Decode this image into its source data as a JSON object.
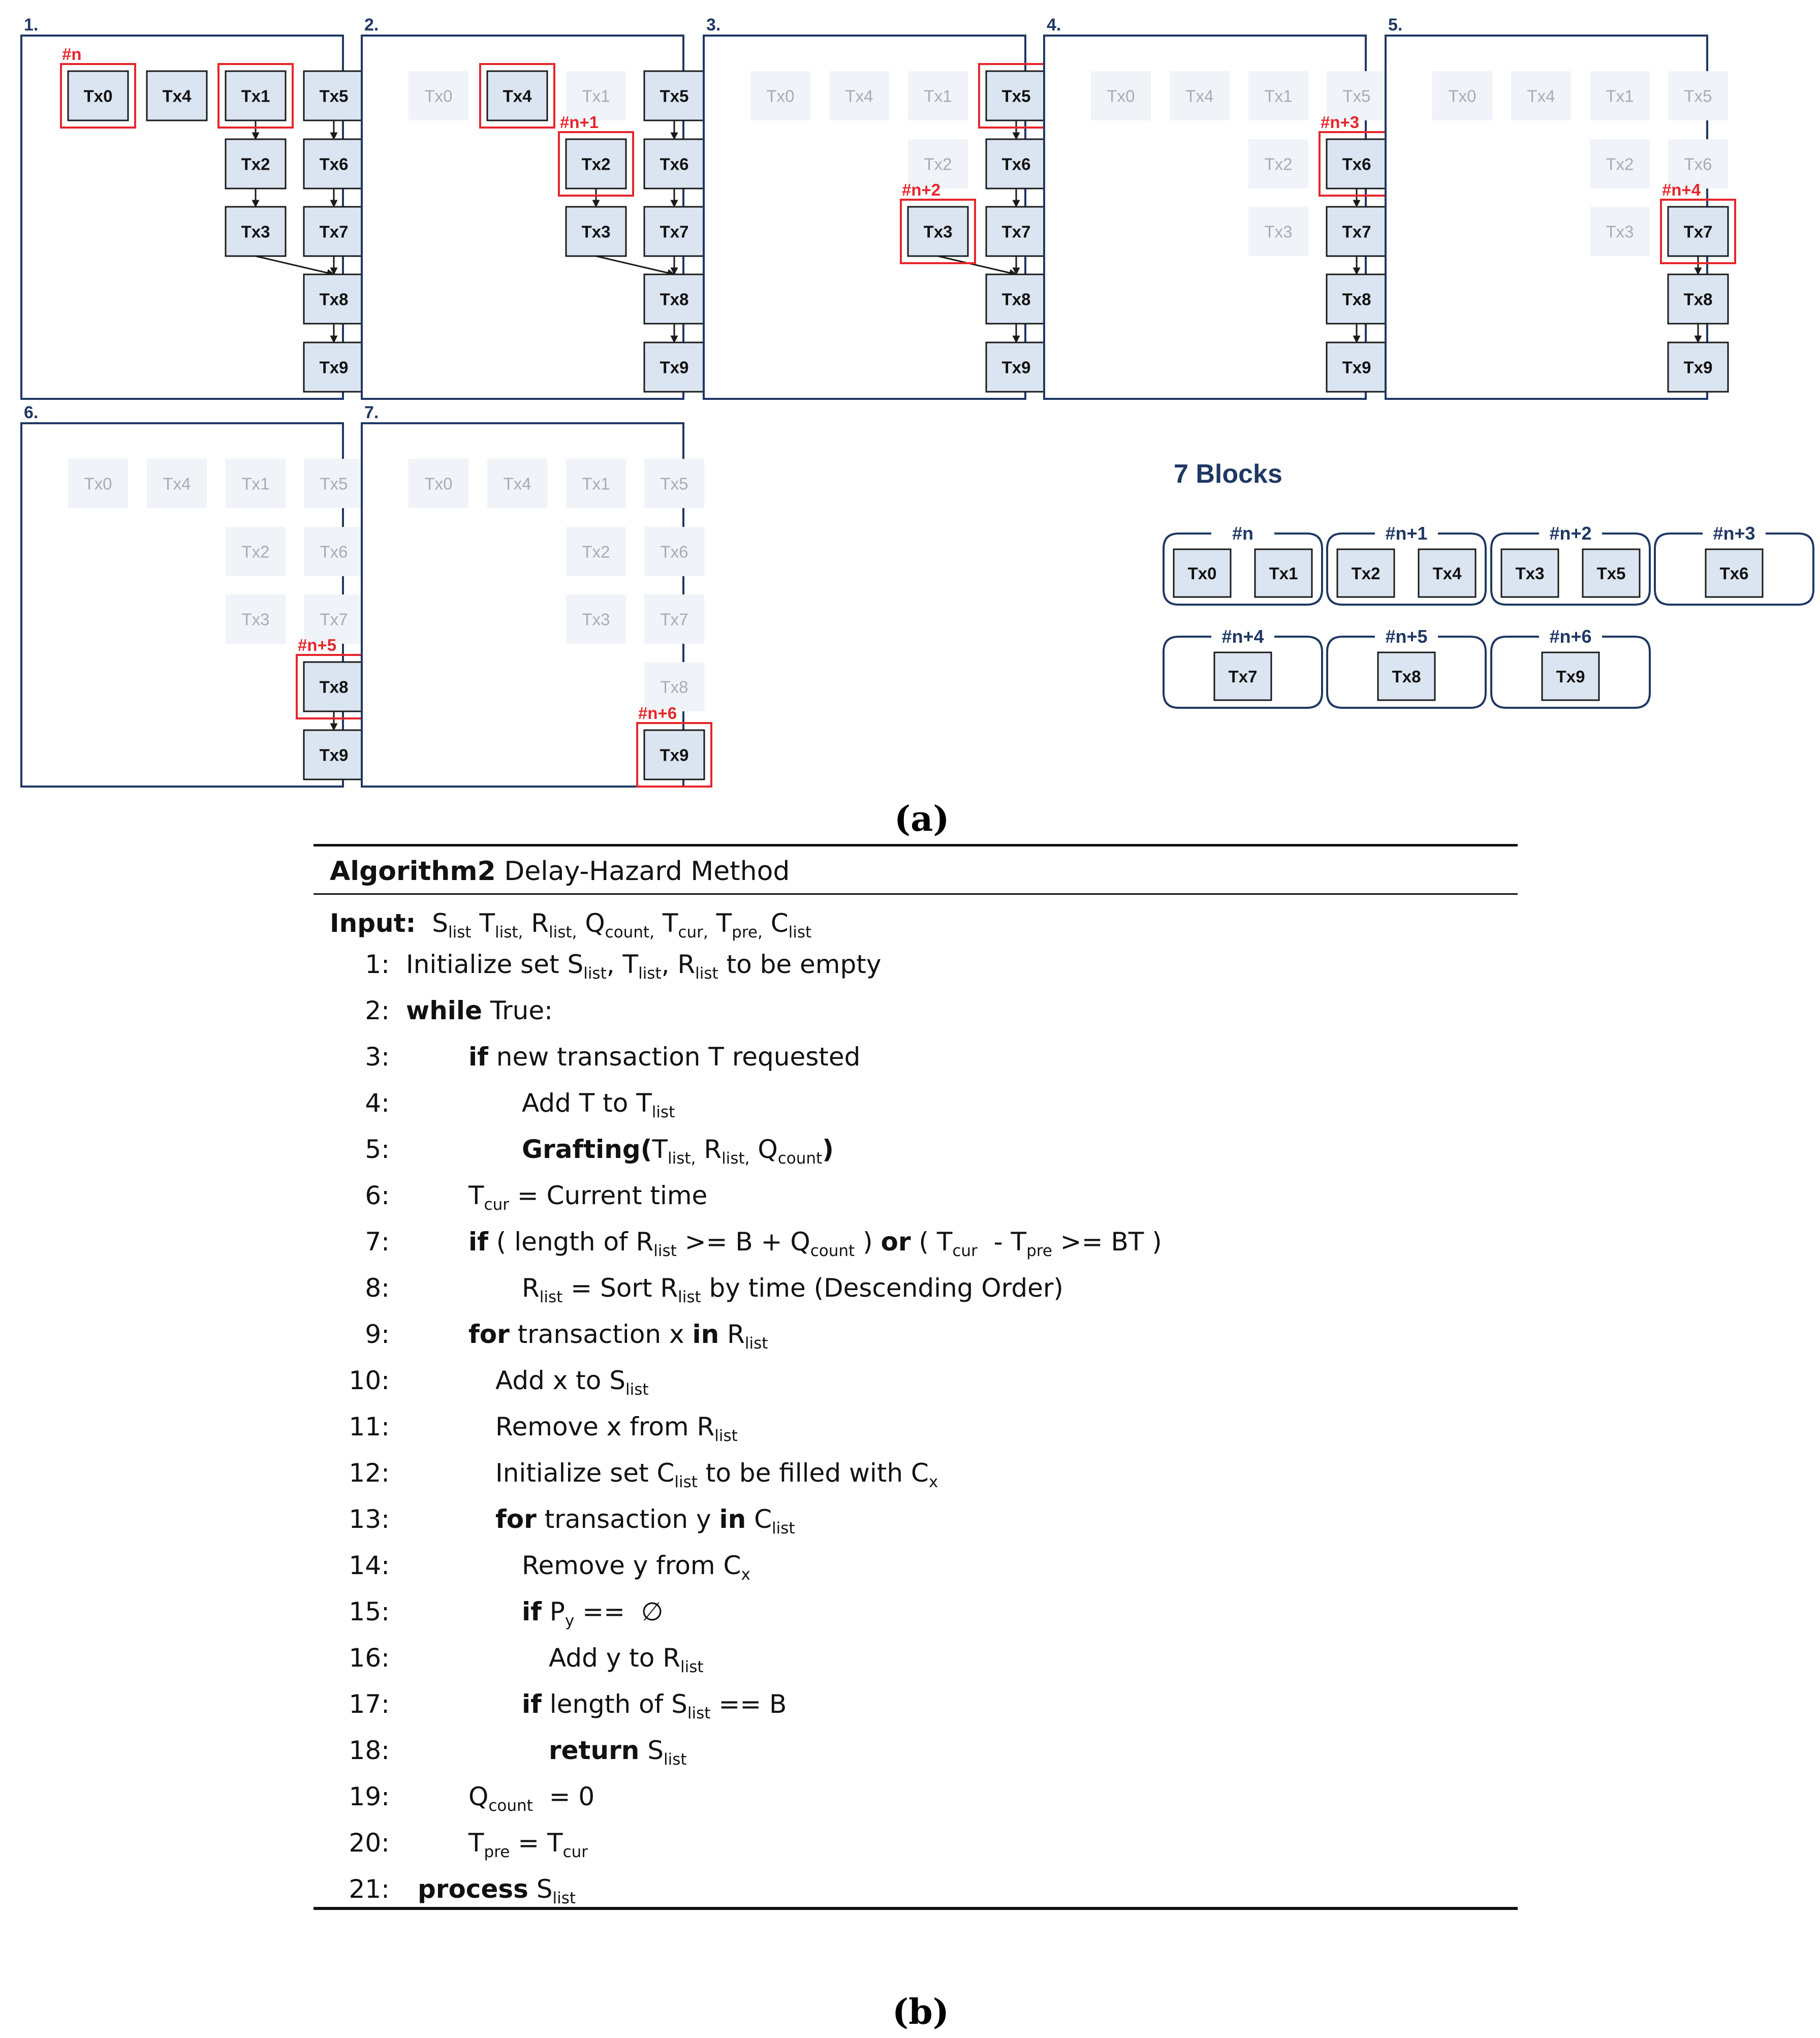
{
  "figure_a": {
    "caption": "(a)",
    "panels": [
      {
        "label": "1.",
        "selected": [
          "Tx0",
          "Tx1"
        ],
        "faded": [],
        "badges": [
          {
            "text": "#n",
            "on": "Tx0"
          }
        ]
      },
      {
        "label": "2.",
        "selected": [
          "Tx4",
          "Tx2"
        ],
        "faded": [
          "Tx0",
          "Tx1"
        ],
        "badges": [
          {
            "text": "#n+1",
            "on": "Tx2"
          }
        ]
      },
      {
        "label": "3.",
        "selected": [
          "Tx5",
          "Tx3"
        ],
        "faded": [
          "Tx0",
          "Tx4",
          "Tx1",
          "Tx2"
        ],
        "badges": [
          {
            "text": "#n+2",
            "on": "Tx3"
          }
        ]
      },
      {
        "label": "4.",
        "selected": [
          "Tx6"
        ],
        "faded": [
          "Tx0",
          "Tx4",
          "Tx1",
          "Tx2",
          "Tx3",
          "Tx5"
        ],
        "badges": [
          {
            "text": "#n+3",
            "on": "Tx6"
          }
        ]
      },
      {
        "label": "5.",
        "selected": [
          "Tx7"
        ],
        "faded": [
          "Tx0",
          "Tx4",
          "Tx1",
          "Tx2",
          "Tx3",
          "Tx5",
          "Tx6"
        ],
        "badges": [
          {
            "text": "#n+4",
            "on": "Tx7"
          }
        ]
      },
      {
        "label": "6.",
        "selected": [
          "Tx8"
        ],
        "faded": [
          "Tx0",
          "Tx4",
          "Tx1",
          "Tx2",
          "Tx3",
          "Tx5",
          "Tx6",
          "Tx7"
        ],
        "badges": [
          {
            "text": "#n+5",
            "on": "Tx8"
          }
        ]
      },
      {
        "label": "7.",
        "selected": [
          "Tx9"
        ],
        "faded": [
          "Tx0",
          "Tx4",
          "Tx1",
          "Tx2",
          "Tx3",
          "Tx5",
          "Tx6",
          "Tx7",
          "Tx8"
        ],
        "badges": [
          {
            "text": "#n+6",
            "on": "Tx9"
          }
        ]
      }
    ],
    "blocks_title": "7 Blocks",
    "blocks": [
      {
        "label": "#n",
        "txs": [
          "Tx0",
          "Tx1"
        ]
      },
      {
        "label": "#n+1",
        "txs": [
          "Tx2",
          "Tx4"
        ]
      },
      {
        "label": "#n+2",
        "txs": [
          "Tx3",
          "Tx5"
        ]
      },
      {
        "label": "#n+3",
        "txs": [
          "Tx6"
        ]
      },
      {
        "label": "#n+4",
        "txs": [
          "Tx7"
        ]
      },
      {
        "label": "#n+5",
        "txs": [
          "Tx8"
        ]
      },
      {
        "label": "#n+6",
        "txs": [
          "Tx9"
        ]
      }
    ],
    "colors": {
      "panel_border": "#1f3864",
      "node_fill": "#dbe5f1",
      "node_stroke": "#1a1a1a",
      "faded_fill": "#f0f3f8",
      "faded_text": "#a6acb6",
      "highlight": "#e6262b",
      "label_color": "#1f3864"
    }
  },
  "algorithm": {
    "title_bold": "Algorithm2",
    "title_rest": " Delay-Hazard Method",
    "input_label": "Input:",
    "lines": [
      {
        "num": "1:",
        "indent": 0,
        "html": "Initialize set S<sub>list</sub>, T<sub>list</sub>, R<sub>list</sub> to be empty"
      },
      {
        "num": "2:",
        "indent": 0,
        "html": "<b>while</b> True:"
      },
      {
        "num": "3:",
        "indent": 2,
        "html": "<b>if</b> new transaction T requested"
      },
      {
        "num": "4:",
        "indent": 4,
        "html": "Add T to T<sub>list</sub>"
      },
      {
        "num": "5:",
        "indent": 4,
        "html": "<b>Grafting(</b>T<sub>list,</sub> R<sub>list,</sub> Q<sub>count</sub><b>)</b>"
      },
      {
        "num": "6:",
        "indent": 2,
        "html": "T<sub>cur</sub> = Current time"
      },
      {
        "num": "7:",
        "indent": 2,
        "html": "<b>if</b> ( length of R<sub>list</sub> &gt;= B + Q<sub>count</sub> ) <b>or</b> ( T<sub>cur</sub> &nbsp;- T<sub>pre</sub> &gt;= BT )"
      },
      {
        "num": "8:",
        "indent": 4,
        "html": "R<sub>list</sub> = Sort R<sub>list</sub> by time (Descending Order)"
      },
      {
        "num": "9:",
        "indent": 2,
        "html": "<b>for</b> transaction x <b>in</b> R<sub>list</sub>"
      },
      {
        "num": "10:",
        "indent": 3,
        "html": "Add x to S<sub>list</sub>"
      },
      {
        "num": "11:",
        "indent": 3,
        "html": "Remove x from R<sub>list</sub>"
      },
      {
        "num": "12:",
        "indent": 3,
        "html": "Initialize set C<sub>list</sub> to be filled with C<sub>x</sub>"
      },
      {
        "num": "13:",
        "indent": 3,
        "html": "<b>for</b> transaction y <b>in</b> C<sub>list</sub>"
      },
      {
        "num": "14:",
        "indent": 4,
        "html": "Remove y from C<sub>x</sub>"
      },
      {
        "num": "15:",
        "indent": 4,
        "html": "<b>if</b> P<sub>y</sub> == &nbsp;∅"
      },
      {
        "num": "16:",
        "indent": 5,
        "html": "Add y to R<sub>list</sub>"
      },
      {
        "num": "17:",
        "indent": 4,
        "html": "<b>if</b> length of S<sub>list</sub> == B"
      },
      {
        "num": "18:",
        "indent": 5,
        "html": "<b>return</b> S<sub>list</sub>"
      },
      {
        "num": "19:",
        "indent": 2,
        "html": "Q<sub>count</sub> &nbsp;= 0"
      },
      {
        "num": "20:",
        "indent": 2,
        "html": "T<sub>pre</sub> = T<sub>cur</sub>"
      },
      {
        "num": "21:",
        "indent": 1,
        "html": "<b>process</b> S<sub>list</sub>"
      }
    ],
    "caption": "(b)"
  }
}
